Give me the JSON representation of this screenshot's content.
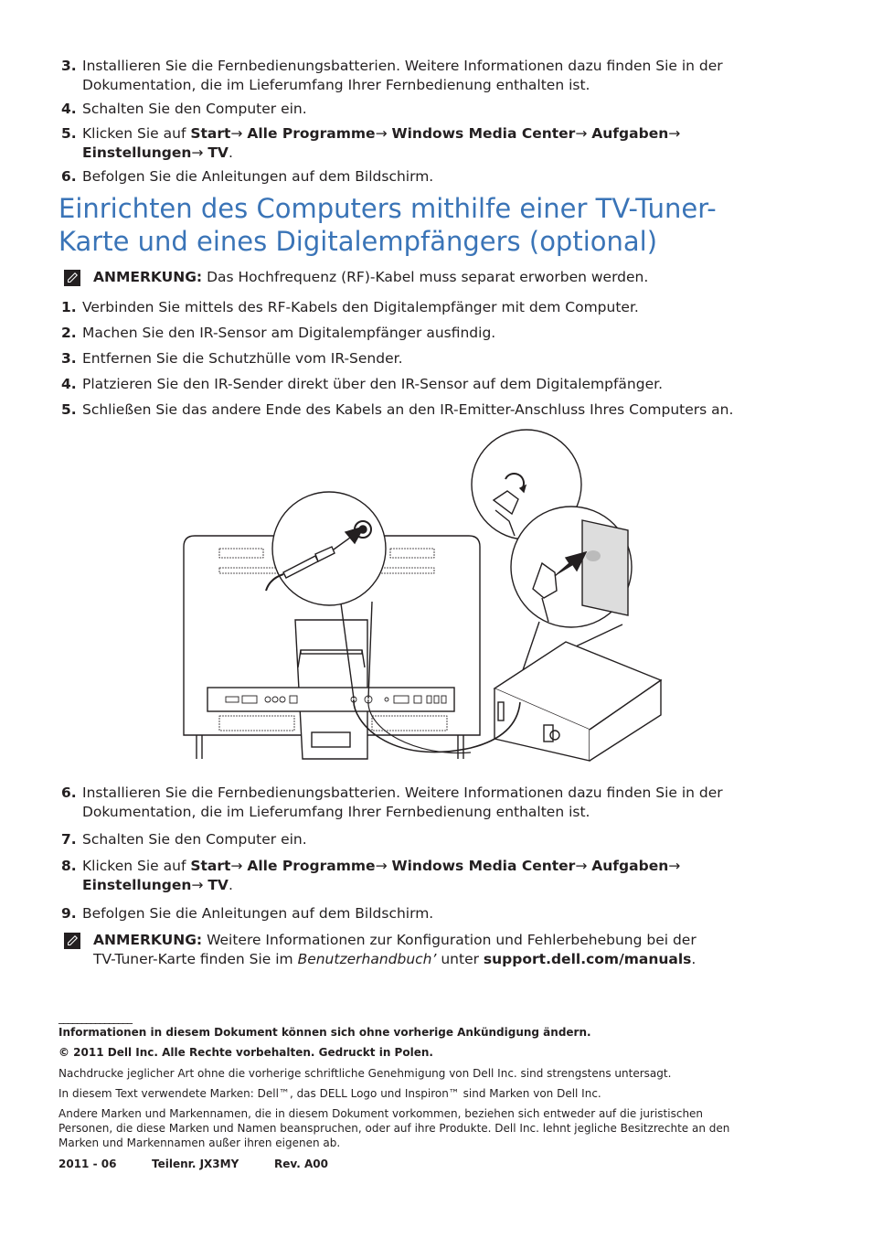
{
  "steps_top": [
    {
      "num": "3.",
      "text": "Installieren Sie die Fernbedienungsbatterien. Weitere Informationen dazu finden Sie in der",
      "text2": "Dokumentation, die im Lieferumfang Ihrer Fernbedienung enthalten ist."
    },
    {
      "num": "4.",
      "text": "Schalten Sie den Computer ein."
    },
    {
      "num": "5.",
      "prefix": "Klicken Sie auf ",
      "path1": "Start",
      "arrow": "→",
      "path2": "Alle Programme",
      "path3": "Windows Media Center",
      "path4": "Aufgaben",
      "path5": "Einstellungen",
      "path6": "TV",
      "end": "."
    },
    {
      "num": "6.",
      "text": "Befolgen Sie die Anleitungen auf dem Bildschirm."
    }
  ],
  "heading": {
    "line1": "Einrichten des Computers mithilfe einer TV-Tuner-",
    "line2": "Karte und eines Digitalempfängers (optional)"
  },
  "note1": {
    "label": "ANMERKUNG:",
    "text": " Das Hochfrequenz (RF)-Kabel muss separat erworben werden."
  },
  "steps_mid": [
    {
      "num": "1.",
      "text": "Verbinden Sie mittels des RF-Kabels den Digitalempfänger mit dem Computer."
    },
    {
      "num": "2.",
      "text": "Machen Sie den IR-Sensor am Digitalempfänger ausfindig."
    },
    {
      "num": "3.",
      "text": "Entfernen Sie die Schutzhülle vom IR-Sender."
    },
    {
      "num": "4.",
      "text": "Platzieren Sie den IR-Sender direkt über den IR-Sensor auf dem Digitalempfänger."
    },
    {
      "num": "5.",
      "text": "Schließen Sie das andere Ende des Kabels an den IR-Emitter-Anschluss Ihres Computers an."
    }
  ],
  "steps_bottom": [
    {
      "num": "6.",
      "text": "Installieren Sie die Fernbedienungsbatterien. Weitere Informationen dazu finden Sie in der",
      "text2": "Dokumentation, die im Lieferumfang Ihrer Fernbedienung enthalten ist."
    },
    {
      "num": "7.",
      "text": "Schalten Sie den Computer ein."
    },
    {
      "num": "8.",
      "prefix": "Klicken Sie auf ",
      "path1": "Start",
      "arrow": "→",
      "path2": "Alle Programme",
      "path3": "Windows Media Center",
      "path4": "Aufgaben",
      "path5": "Einstellungen",
      "path6": "TV",
      "end": "."
    },
    {
      "num": "9.",
      "text": "Befolgen Sie die Anleitungen auf dem Bildschirm."
    }
  ],
  "note2": {
    "label": "ANMERKUNG:",
    "text1": " Weitere Informationen zur Konfiguration und Fehlerbehebung bei der",
    "text2": "TV-Tuner-Karte finden Sie im ",
    "italic": "Benutzerhandbuch’",
    "text3": " unter ",
    "link": "support.dell.com/manuals",
    "end": "."
  },
  "footer": {
    "rule": "________________",
    "line1": "Informationen in diesem Dokument können sich ohne vorherige Ankündigung ändern.",
    "line2": "© 2011 Dell Inc. Alle Rechte vorbehalten. Gedruckt in Polen.",
    "line3": "Nachdrucke jeglicher Art ohne die vorherige schriftliche Genehmigung von Dell Inc. sind strengstens untersagt.",
    "line4": "In diesem Text verwendete Marken: Dell™, das DELL Logo und Inspiron™ sind Marken von Dell Inc.",
    "line5a": "Andere Marken und Markennamen, die in diesem Dokument vorkommen, beziehen sich entweder auf die juristischen",
    "line5b": "Personen, die diese Marken und Namen beanspruchen, oder auf ihre Produkte. Dell Inc. lehnt jegliche Besitzrechte an den",
    "line5c": "Marken und Markennamen außer ihren eigenen ab.",
    "date": "2011 - 06",
    "part": "Teilenr. JX3MY",
    "rev": "Rev. A00"
  },
  "colors": {
    "heading": "#3a74b7",
    "text": "#231f20"
  }
}
